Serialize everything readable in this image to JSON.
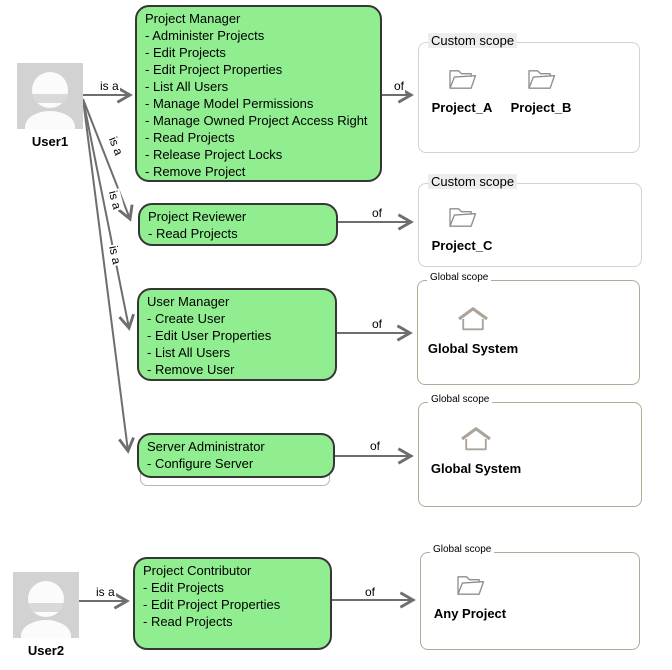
{
  "labels": {
    "is_a": "is a",
    "of": "of"
  },
  "users": [
    {
      "name": "User1"
    },
    {
      "name": "User2"
    }
  ],
  "roles": [
    {
      "title": "Project Manager",
      "permissions": [
        "- Administer Projects",
        "- Edit Projects",
        "- Edit Project Properties",
        "- List All Users",
        "- Manage Model Permissions",
        "- Manage Owned Project Access Right",
        "- Read Projects",
        "- Release Project Locks",
        "- Remove Project"
      ]
    },
    {
      "title": "Project Reviewer",
      "permissions": [
        "- Read Projects"
      ]
    },
    {
      "title": "User Manager",
      "permissions": [
        "- Create User",
        "- Edit User Properties",
        "- List All Users",
        "- Remove User"
      ]
    },
    {
      "title": "Server Administrator",
      "permissions": [
        "- Configure Server"
      ]
    },
    {
      "title": "Project Contributor",
      "permissions": [
        "- Edit Projects",
        "- Edit Project Properties",
        "- Read Projects"
      ]
    }
  ],
  "scopes": [
    {
      "label": "Custom scope",
      "items": [
        {
          "icon": "folder",
          "name": "Project_A"
        },
        {
          "icon": "folder",
          "name": "Project_B"
        }
      ]
    },
    {
      "label": "Custom scope",
      "items": [
        {
          "icon": "folder",
          "name": "Project_C"
        }
      ]
    },
    {
      "label": "Global scope",
      "items": [
        {
          "icon": "home",
          "name": "Global System"
        }
      ]
    },
    {
      "label": "Global scope",
      "items": [
        {
          "icon": "home",
          "name": "Global System"
        }
      ]
    },
    {
      "label": "Global scope",
      "items": [
        {
          "icon": "folder",
          "name": "Any Project"
        }
      ]
    }
  ],
  "colors": {
    "role_fill": "#90EE90",
    "role_border": "#363636",
    "arrow": "#6e6e6e",
    "custom_scope_border": "#ccd4dd",
    "global_scope_border": "#b3ab97"
  }
}
